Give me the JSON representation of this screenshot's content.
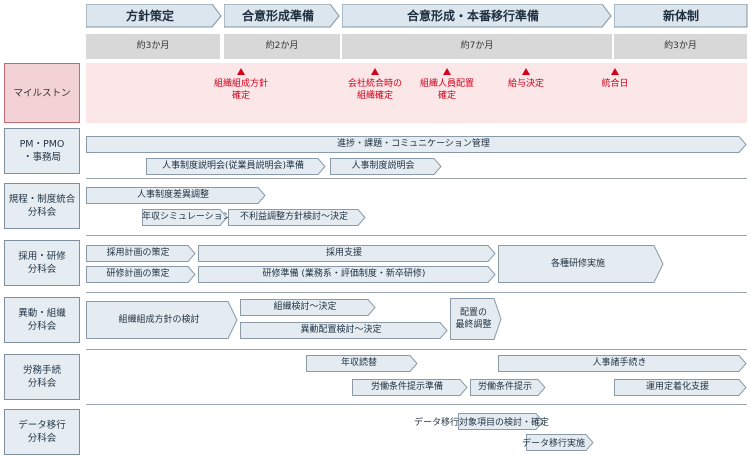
{
  "phases": [
    {
      "label": "方針策定",
      "duration": "約3か月"
    },
    {
      "label": "合意形成準備",
      "duration": "約2か月"
    },
    {
      "label": "合意形成・本番移行準備",
      "duration": "約7か月"
    },
    {
      "label": "新体制",
      "duration": "約3か月"
    }
  ],
  "milestone_label": "マイルストン",
  "milestones": [
    {
      "line1": "組織組成方針",
      "line2": "確定"
    },
    {
      "line1": "会社統合時の",
      "line2": "組織確定"
    },
    {
      "line1": "組織人員配置",
      "line2": "確定"
    },
    {
      "line1": "給与決定",
      "line2": ""
    },
    {
      "line1": "統合日",
      "line2": ""
    }
  ],
  "rows": [
    {
      "label1": "PM・PMO",
      "label2": "・事務局"
    },
    {
      "label1": "規程・制度統合",
      "label2": "分科会"
    },
    {
      "label1": "採用・研修",
      "label2": "分科会"
    },
    {
      "label1": "異動・組織",
      "label2": "分科会"
    },
    {
      "label1": "労務手続",
      "label2": "分科会"
    },
    {
      "label1": "データ移行",
      "label2": "分科会"
    }
  ],
  "tasks": {
    "pm_progress": "進捗・課題・コミュニケーション管理",
    "pm_employee_briefing": "人事制度説明会(従業員説明会)準備",
    "pm_briefing": "人事制度説明会",
    "reg_diff": "人事制度差異調整",
    "reg_sim": "年収シミュレーション",
    "reg_policy": "不利益調整方針検討～決定",
    "rec_plan": "採用計画の策定",
    "rec_support": "採用支援",
    "rec_training_plan": "研修計画の策定",
    "rec_training_prep": "研修準備 (業務系・評価制度・新卒研修)",
    "rec_training_exec": "各種研修実施",
    "tr_org_policy": "組織組成方針の検討",
    "tr_org_review": "組織検討～決定",
    "tr_transfer": "異動配置検討～決定",
    "tr_final_1": "配置の",
    "tr_final_2": "最終調整",
    "lab_yearend": "年収読替",
    "lab_hr_proc": "人事諸手続き",
    "lab_terms_prep": "労働条件提示準備",
    "lab_terms": "労働条件提示",
    "lab_operation": "運用定着化支援",
    "data_review": "データ移行対象項目の検討・確定",
    "data_exec": "データ移行実施"
  },
  "colors": {
    "phase_fill": "#dce6ee",
    "task_fill": "#e4ecf2",
    "task_stroke": "#8a9aa8",
    "milestone": "#d2001a"
  }
}
